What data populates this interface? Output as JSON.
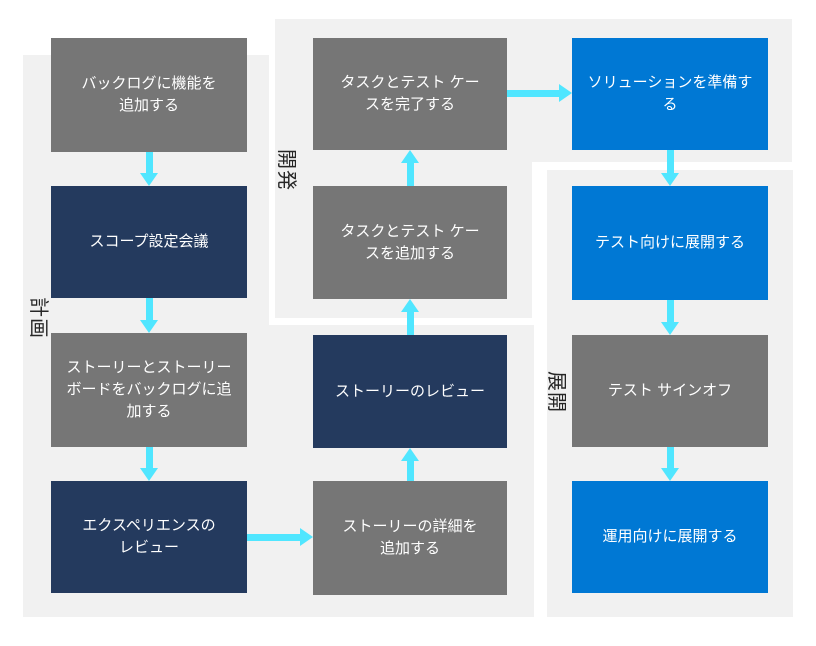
{
  "diagram_title": "agile-process-workflow",
  "colors": {
    "background": "#ffffff",
    "panel": "#f1f1f1",
    "gray_box": "#767676",
    "navy_box": "#243a5e",
    "blue_box": "#0078d4",
    "arrow": "#50e6ff",
    "box_text": "#ffffff",
    "label_text": "#262626"
  },
  "lanes": [
    {
      "id": "plan",
      "label": "計画"
    },
    {
      "id": "develop",
      "label": "開発"
    },
    {
      "id": "deploy",
      "label": "展開"
    }
  ],
  "columns": {
    "left": [
      {
        "label": "バックログに機能を\n追加する",
        "variant": "gray"
      },
      {
        "label": "スコープ設定会議",
        "variant": "navy"
      },
      {
        "label": "ストーリーとストーリー\nボードをバックログに追\n加する",
        "variant": "gray"
      },
      {
        "label": "エクスペリエンスの\nレビュー",
        "variant": "navy"
      }
    ],
    "middle": [
      {
        "label": "タスクとテスト ケー\nスを完了する",
        "variant": "gray"
      },
      {
        "label": "タスクとテスト ケー\nスを追加する",
        "variant": "gray"
      },
      {
        "label": "ストーリーのレビュー",
        "variant": "navy"
      },
      {
        "label": "ストーリーの詳細を\n追加する",
        "variant": "gray"
      }
    ],
    "right": [
      {
        "label": "ソリューションを準備する",
        "variant": "blue"
      },
      {
        "label": "テスト向けに展開する",
        "variant": "blue"
      },
      {
        "label": "テスト サインオフ",
        "variant": "gray"
      },
      {
        "label": "運用向けに展開する",
        "variant": "blue"
      }
    ]
  }
}
